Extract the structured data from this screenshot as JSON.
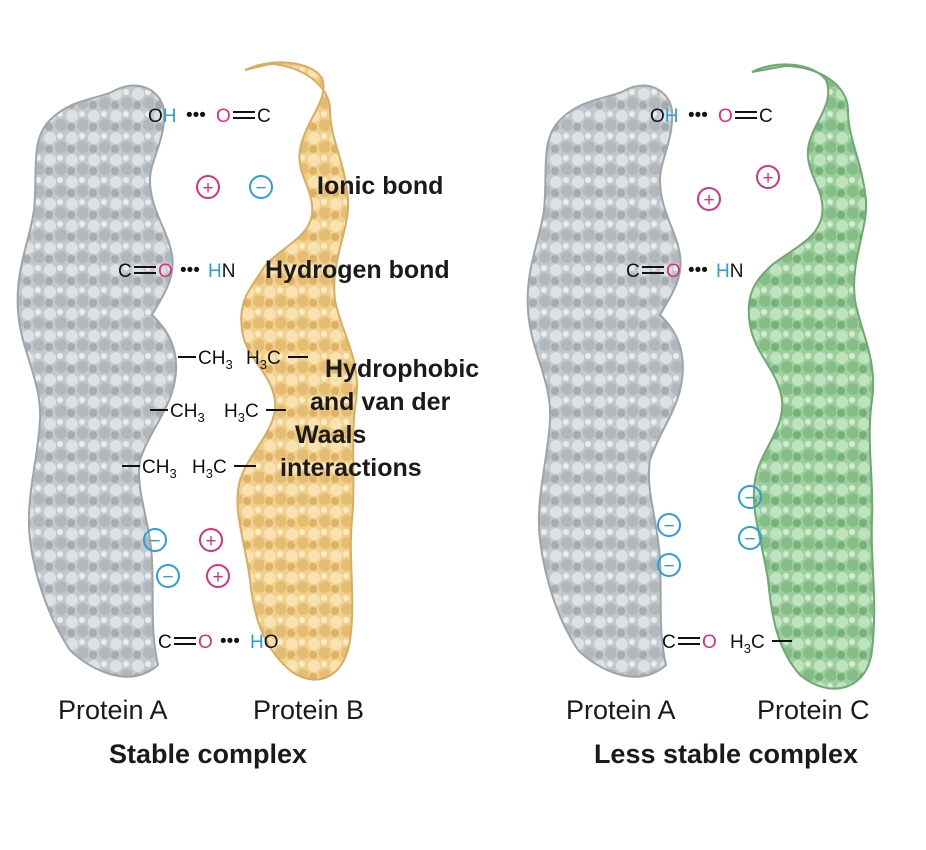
{
  "colors": {
    "protein_a": "#c3c8cc",
    "protein_b": "#f1cf8c",
    "protein_c": "#9ccf9d",
    "positive": "#d6317f",
    "negative": "#2a9fd6"
  },
  "atoms": {
    "O": "O",
    "H": "H",
    "C": "C",
    "N": "N",
    "CH": "CH",
    "HC": "C",
    "H3": "H",
    "sub3": "3",
    "dots": "•••",
    "plus": "+",
    "minus": "−"
  },
  "labels": {
    "ionic_bond": "Ionic bond",
    "hydrogen_bond": "Hydrogen bond",
    "hydrophobic_1": "Hydrophobic",
    "hydrophobic_2": "and van der",
    "hydrophobic_3": "Waals",
    "hydrophobic_4": "interactions"
  },
  "left_panel": {
    "protein_left": "Protein A",
    "protein_right": "Protein B",
    "title": "Stable complex"
  },
  "right_panel": {
    "protein_left": "Protein A",
    "protein_right": "Protein C",
    "title": "Less stable complex"
  }
}
